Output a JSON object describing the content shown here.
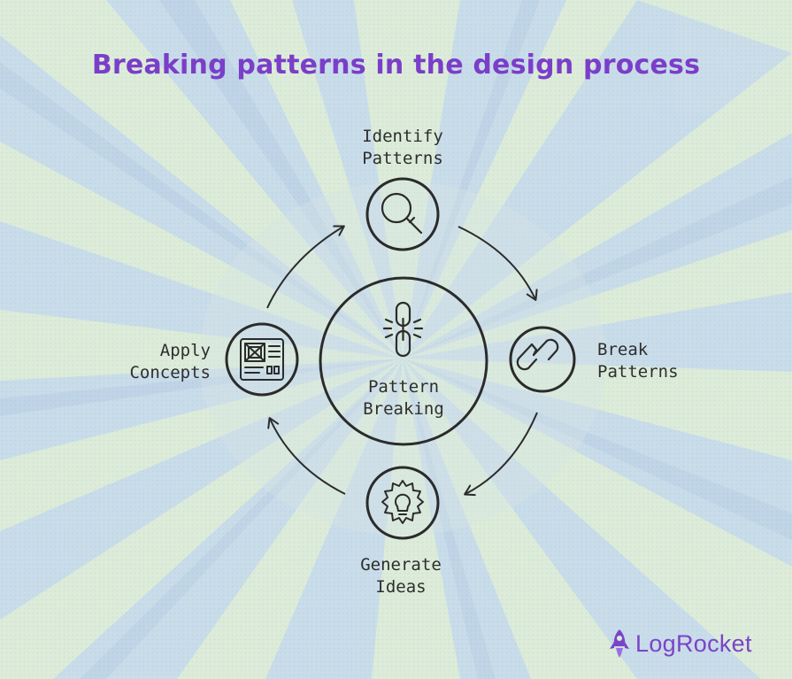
{
  "title": "Breaking patterns in the design process",
  "center": {
    "line1": "Pattern",
    "line2": "Breaking",
    "icon": "chain-link-break-icon"
  },
  "nodes": {
    "identify": {
      "line1": "Identify",
      "line2": "Patterns",
      "icon": "magnifier-icon"
    },
    "break": {
      "line1": "Break",
      "line2": "Patterns",
      "icon": "broken-pill-icon"
    },
    "generate": {
      "line1": "Generate",
      "line2": "Ideas",
      "icon": "gear-lightbulb-icon"
    },
    "apply": {
      "line1": "Apply",
      "line2": "Concepts",
      "icon": "layout-template-icon"
    }
  },
  "brand": {
    "name": "LogRocket",
    "icon": "rocket-icon"
  },
  "colors": {
    "title": "#7b3ec8",
    "stroke": "#2b2b2b",
    "background": "#d9ead8",
    "brand": "#7a44c8"
  }
}
